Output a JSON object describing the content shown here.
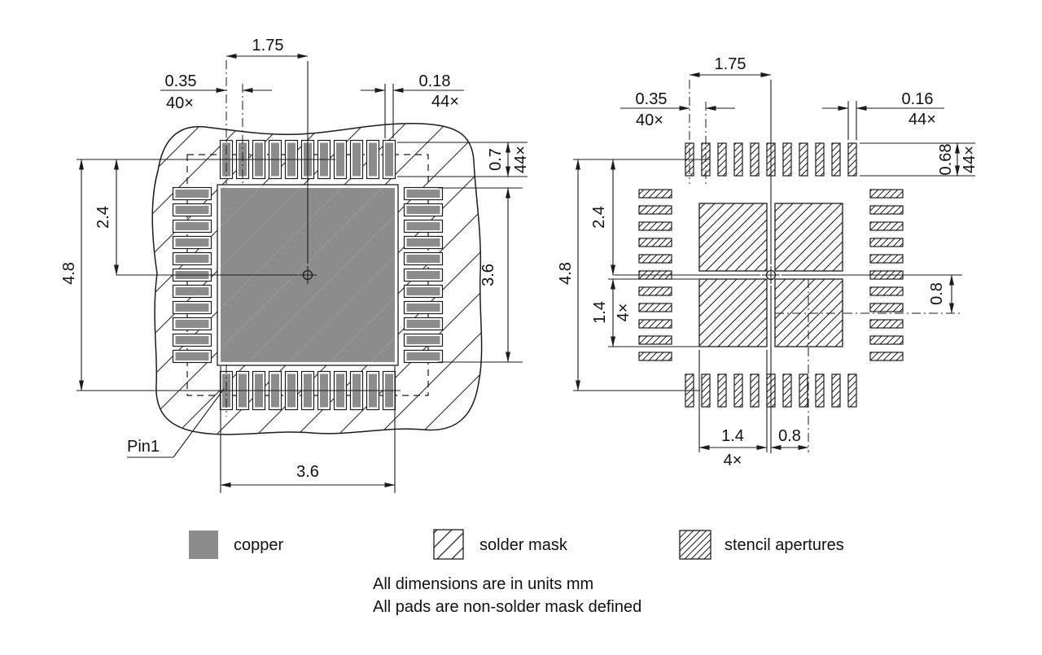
{
  "left": {
    "pitch_span": "1.75",
    "pitch": "0.35",
    "pitch_qty": "40×",
    "pad_width": "0.18",
    "pad_width_qty": "44×",
    "pad_length": "0.7",
    "pad_length_qty": "44×",
    "row_span_right": "3.6",
    "overall": "4.8",
    "center_offset": "2.4",
    "row_span_bottom": "3.6",
    "pin1_label": "Pin1"
  },
  "right": {
    "pitch_span": "1.75",
    "pitch": "0.35",
    "pitch_qty": "40×",
    "aperture_width": "0.16",
    "aperture_width_qty": "44×",
    "aperture_length": "0.68",
    "aperture_length_qty": "44×",
    "overall": "4.8",
    "center_offset": "2.4",
    "square_size_side": "1.4",
    "square_size_side_qty": "4×",
    "square_offset_side": "0.8",
    "square_size_bottom": "1.4",
    "square_size_bottom_qty": "4×",
    "square_offset_bottom": "0.8"
  },
  "legend": {
    "copper": "copper",
    "solder_mask": "solder mask",
    "stencil": "stencil apertures"
  },
  "notes": {
    "line1": "All dimensions are in units mm",
    "line2": "All pads are non-solder mask defined"
  },
  "colors": {
    "copper": "#8c8c8c",
    "line": "#1c1c1c",
    "background": "#ffffff"
  },
  "geometry": {
    "pads_per_side": 11,
    "total_pads": 44,
    "stencil_squares": 4
  }
}
